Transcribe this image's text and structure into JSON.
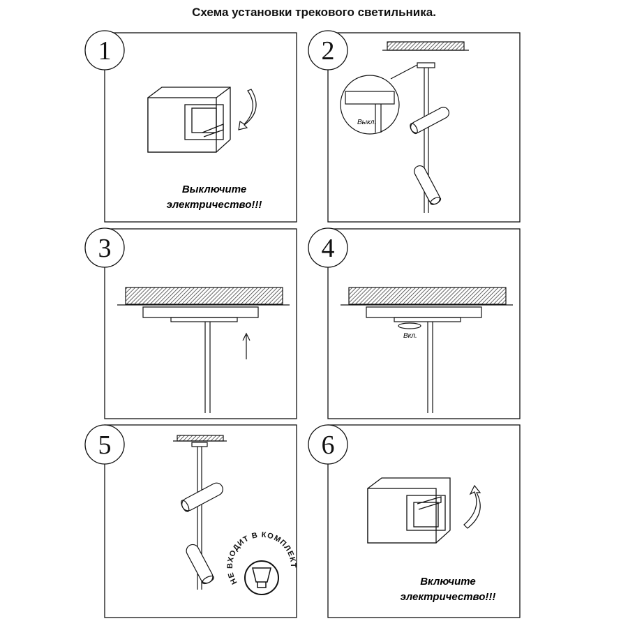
{
  "title": "Схема установки трекового светильника.",
  "steps": [
    {
      "number": "1",
      "caption_line1": "Выключите",
      "caption_line2": "электричество!!!"
    },
    {
      "number": "2",
      "label": "Выкл."
    },
    {
      "number": "3"
    },
    {
      "number": "4",
      "label": "Вкл."
    },
    {
      "number": "5",
      "stamp_text": "НЕ ВХОДИТ В КОМПЛЕКТ"
    },
    {
      "number": "6",
      "caption_line1": "Включите",
      "caption_line2": "электричество!!!"
    }
  ]
}
